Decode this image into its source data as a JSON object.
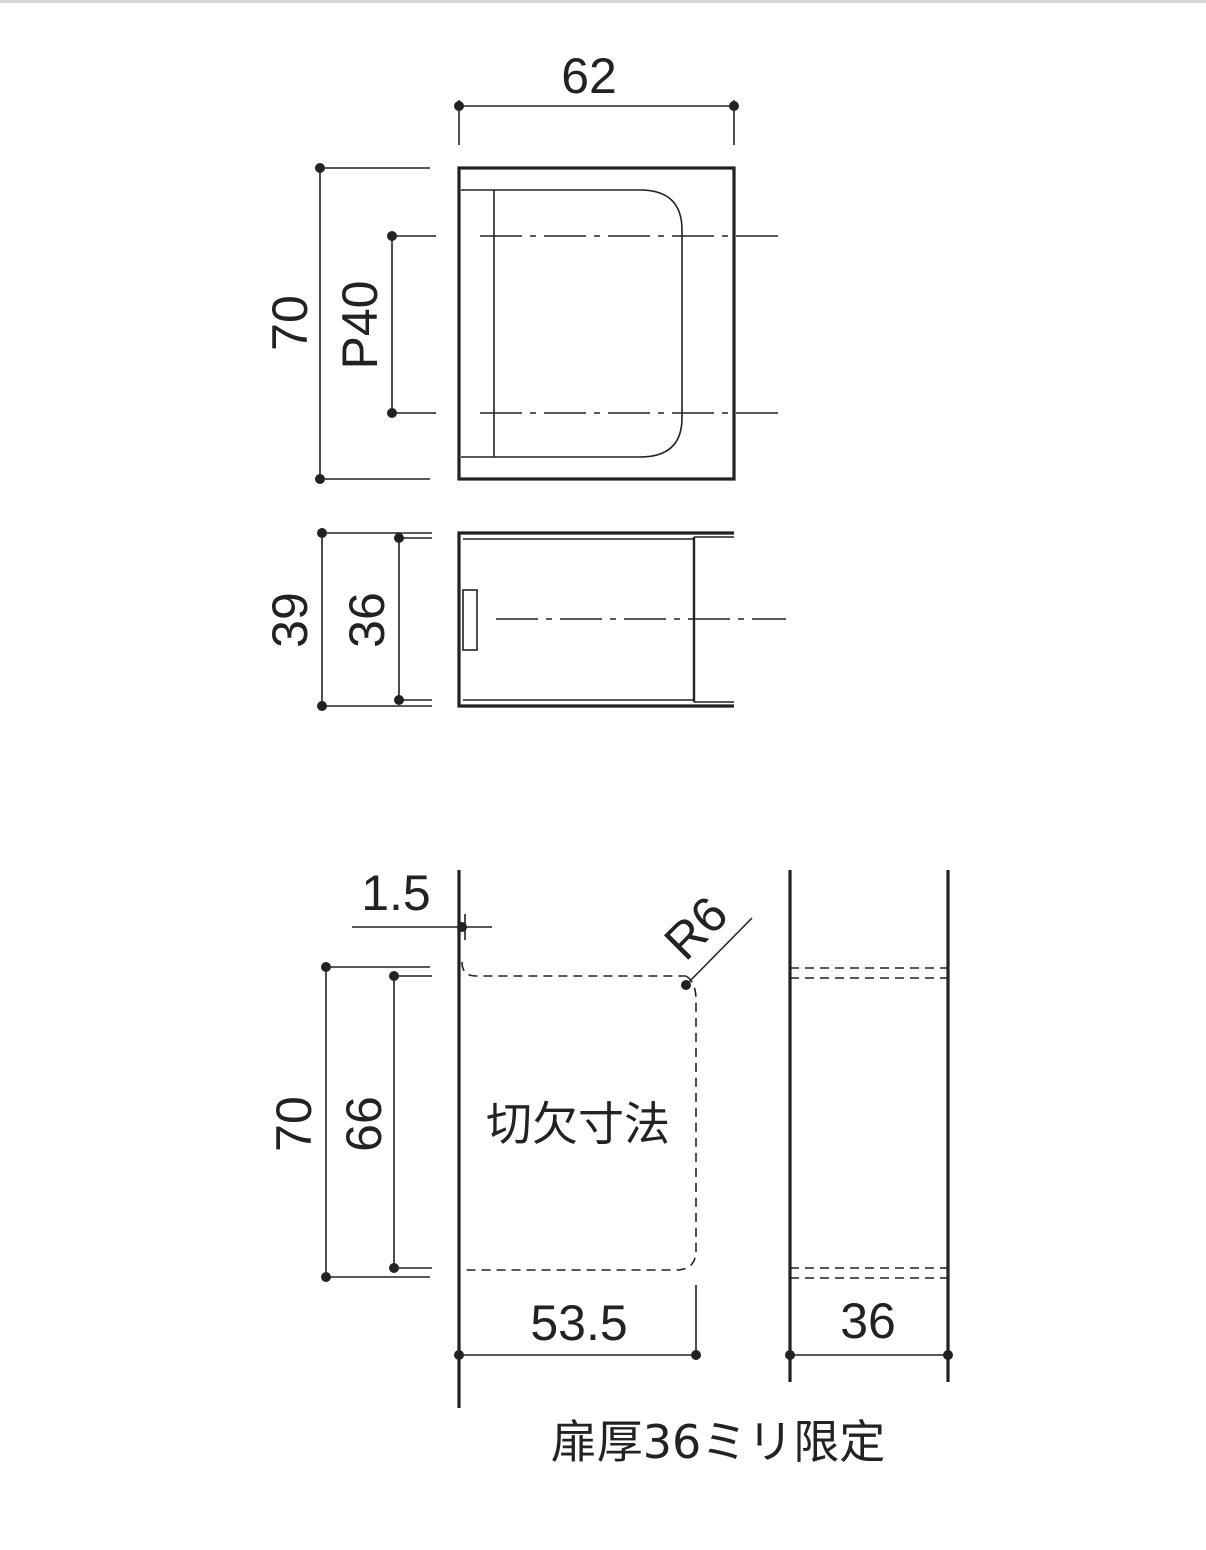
{
  "top_view": {
    "width_label": "62",
    "height_label": "70",
    "pitch_label": "P40"
  },
  "side_view": {
    "outer_label": "39",
    "inner_label": "36"
  },
  "cutout_view": {
    "offset_label": "1.5",
    "radius_label": "R6",
    "outer_height_label": "70",
    "inner_height_label": "66",
    "width_label": "53.5",
    "center_caption": "切欠寸法"
  },
  "door_view": {
    "thickness_label": "36"
  },
  "note": "扉厚36ミリ限定",
  "colors": {
    "line": "#222222",
    "background": "#ffffff"
  }
}
